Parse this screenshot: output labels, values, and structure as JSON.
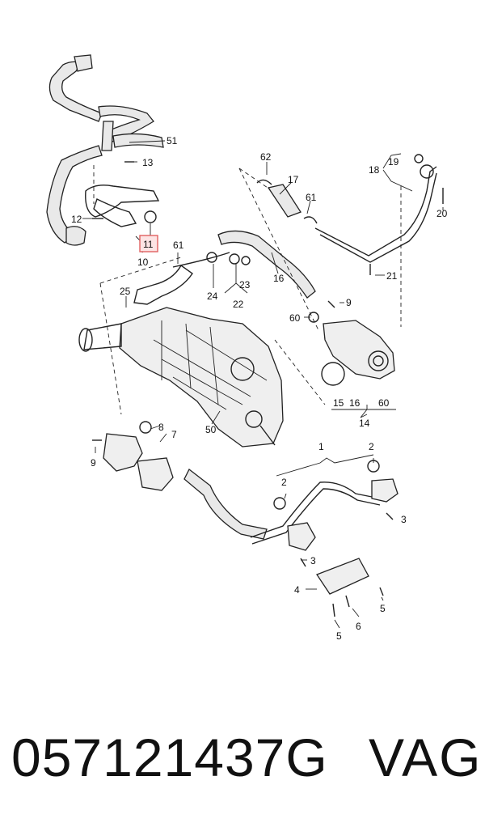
{
  "diagram": {
    "callouts": [
      "51",
      "13",
      "12",
      "11",
      "10",
      "61",
      "25",
      "24",
      "23",
      "22",
      "16",
      "62",
      "17",
      "61",
      "18",
      "19",
      "20",
      "21",
      "9",
      "60",
      "15",
      "16",
      "60",
      "14",
      "8",
      "7",
      "9",
      "50",
      "1",
      "2",
      "2",
      "3",
      "3",
      "4",
      "5",
      "6",
      "5"
    ],
    "highlight_color": "#f08a8a"
  },
  "caption": {
    "part_number": "057121437G",
    "brand": "VAG"
  }
}
